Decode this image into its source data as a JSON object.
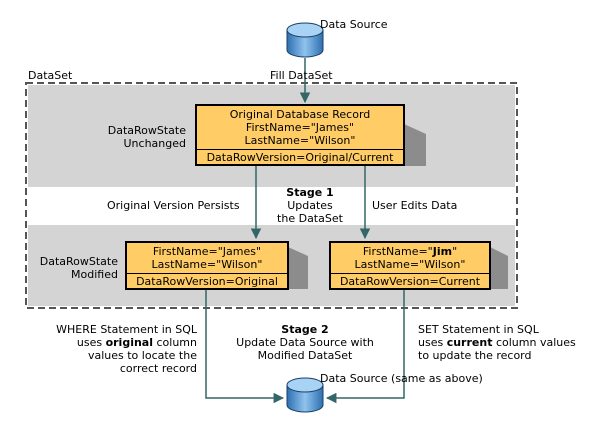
{
  "top_source": {
    "label": "Data Source"
  },
  "bottom_source": {
    "label": "Data Source (same as above)"
  },
  "fill_label": "Fill DataSet",
  "dataset_label": "DataSet",
  "state_unchanged": {
    "line1": "DataRowState",
    "line2": "Unchanged"
  },
  "state_modified": {
    "line1": "DataRowState",
    "line2": "Modified"
  },
  "original_record": {
    "title": "Original Database Record",
    "first": "FirstName=\"James\"",
    "last": "LastName=\"Wilson\"",
    "version": "DataRowVersion=Original/Current"
  },
  "stage1": {
    "title": "Stage 1",
    "line1": "Updates",
    "line2": "the DataSet"
  },
  "left_branch_label": "Original Version Persists",
  "right_branch_label": "User Edits Data",
  "original_row": {
    "first": "FirstName=\"James\"",
    "last": "LastName=\"Wilson\"",
    "version": "DataRowVersion=Original"
  },
  "current_row": {
    "first_prefix": "FirstName=\"",
    "first_value": "Jim",
    "first_suffix": "\"",
    "last": "LastName=\"Wilson\"",
    "version": "DataRowVersion=Current"
  },
  "stage2": {
    "title": "Stage 2",
    "line1": "Update Data Source with",
    "line2": "Modified DataSet"
  },
  "where_note": {
    "line1": "WHERE Statement in SQL",
    "line2_prefix": "uses ",
    "line2_bold": "original",
    "line2_suffix": " column",
    "line3": "values to locate the",
    "line4": "correct record"
  },
  "set_note": {
    "line1": "SET Statement in SQL",
    "line2_prefix": "uses ",
    "line2_bold": "current",
    "line2_suffix": " column values",
    "line3": "to update the record"
  },
  "colors": {
    "card_fill": "#ffcc66",
    "band_gray": "#d4d4d4",
    "arrow": "#336666",
    "cylinder": "#5b9bd5"
  }
}
